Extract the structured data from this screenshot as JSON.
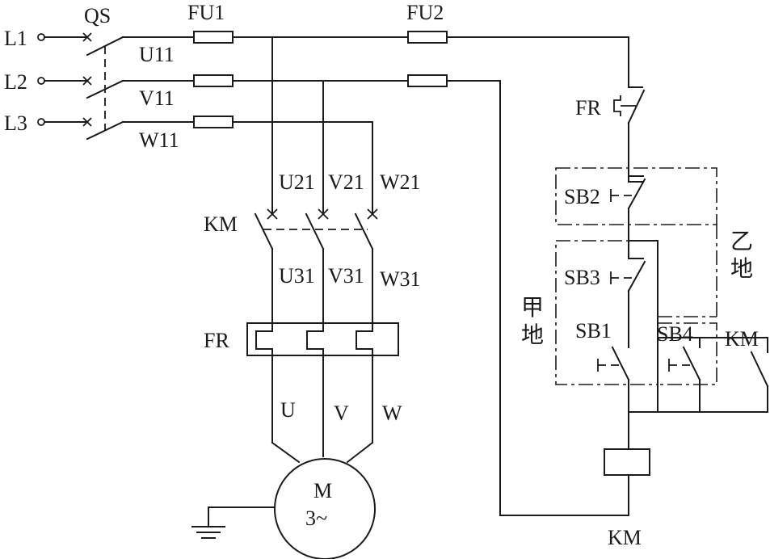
{
  "labels": {
    "qs": "QS",
    "fu1": "FU1",
    "fu2": "FU2",
    "l1": "L1",
    "l2": "L2",
    "l3": "L3",
    "u11": "U11",
    "v11": "V11",
    "w11": "W11",
    "u21": "U21",
    "v21": "V21",
    "w21": "W21",
    "km_main": "KM",
    "u31": "U31",
    "v31": "V31",
    "w31": "W31",
    "fr_main": "FR",
    "u": "U",
    "v": "V",
    "w": "W",
    "motor_m": "M",
    "motor_3": "3~",
    "fr_ctrl": "FR",
    "sb2": "SB2",
    "sb3": "SB3",
    "sb1": "SB1",
    "sb4": "SB4",
    "km_aux": "KM",
    "km_coil": "KM",
    "loc_b1": "乙",
    "loc_b2": "地",
    "loc_a1": "甲",
    "loc_a2": "地"
  }
}
